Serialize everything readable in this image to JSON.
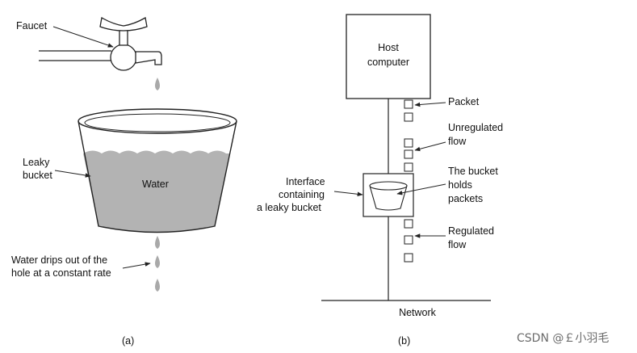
{
  "left_diagram": {
    "faucet_label": "Faucet",
    "bucket_label_line1": "Leaky",
    "bucket_label_line2": "bucket",
    "water_label": "Water",
    "drip_label_line1": "Water drips out of the",
    "drip_label_line2": "hole at a constant rate",
    "caption": "(a)"
  },
  "right_diagram": {
    "host_line1": "Host",
    "host_line2": "computer",
    "packet_label": "Packet",
    "unregulated_line1": "Unregulated",
    "unregulated_line2": "flow",
    "interface_line1": "Interface",
    "interface_line2": "containing",
    "interface_line3": "a leaky bucket",
    "bucket_holds_line1": "The bucket",
    "bucket_holds_line2": "holds",
    "bucket_holds_line3": "packets",
    "regulated_line1": "Regulated",
    "regulated_line2": "flow",
    "network_label": "Network",
    "caption": "(b)"
  },
  "watermark": "CSDN @￡小羽毛",
  "colors": {
    "water": "#b3b3b3",
    "drop": "#a9a9a9",
    "line": "#222222"
  }
}
